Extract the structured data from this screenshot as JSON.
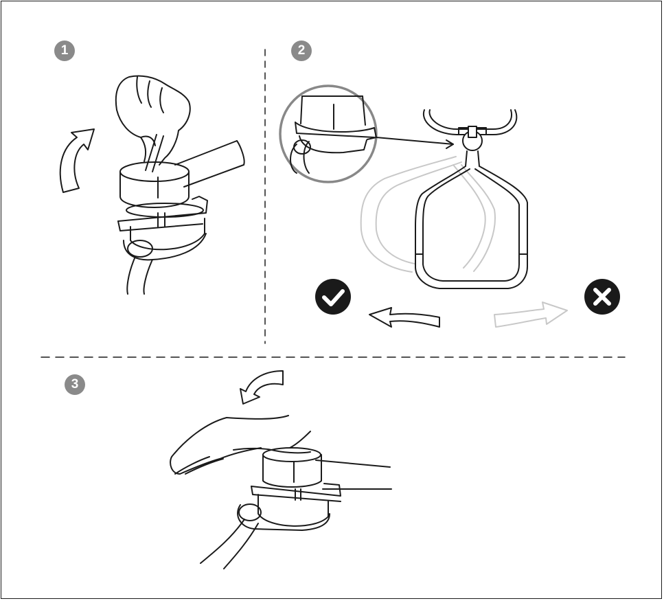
{
  "steps": [
    {
      "number": "1"
    },
    {
      "number": "2"
    },
    {
      "number": "3"
    }
  ],
  "icons": {
    "correct": "check-circle-icon",
    "incorrect": "x-circle-icon"
  },
  "colors": {
    "line": "#1a1a1a",
    "ghost": "#c8c8c8",
    "badge": "#8a8a8a",
    "badge_text": "#ffffff"
  }
}
